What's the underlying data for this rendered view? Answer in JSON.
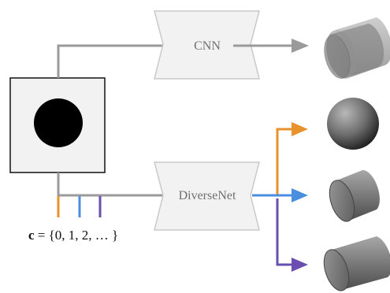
{
  "networks": {
    "cnn": {
      "label": "CNN"
    },
    "diversenet": {
      "label": "DiverseNet"
    }
  },
  "code": {
    "symbol": "c",
    "expression": " = {0,  1,  2,  … }"
  },
  "outputs": {
    "cnn_output": "semi-transparent cylinder (averaged prediction)",
    "diverse_outputs": [
      "sphere",
      "short cylinder",
      "long cylinder"
    ]
  },
  "colors": {
    "connector_gray": "#9a9a9a",
    "network_fill": "#f2f2f2",
    "network_stroke": "#c9c9c9",
    "code_0": "#e8922e",
    "code_1": "#4a8ee0",
    "code_2": "#6a4fb0",
    "input_disk": "#000000"
  },
  "icons": {
    "input": "black-disk-on-white-square",
    "arrows": "arrow-right"
  }
}
